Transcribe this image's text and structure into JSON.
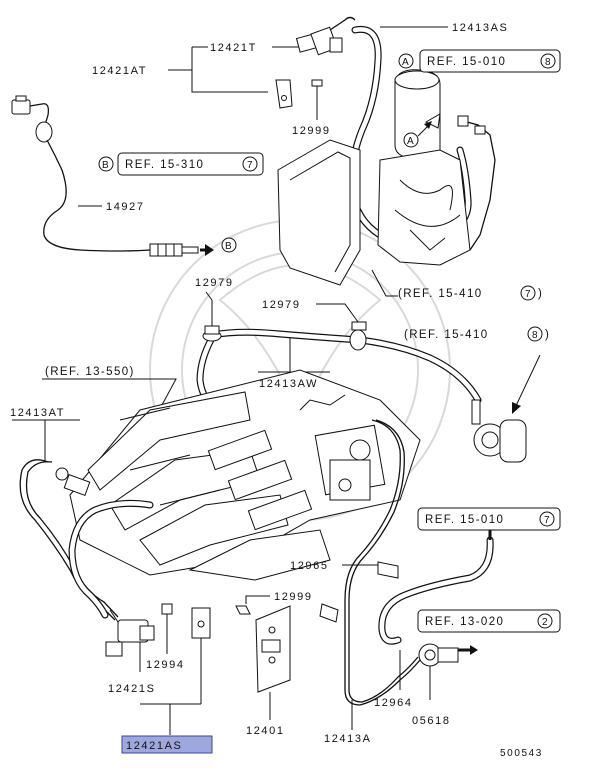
{
  "labels": {
    "p_12413AS_top": "12413AS",
    "p_12421T": "12421T",
    "p_12421AT": "12421AT",
    "p_12999_top": "12999",
    "p_14927": "14927",
    "p_12979_left": "12979",
    "p_12979_right": "12979",
    "p_12413AW": "12413AW",
    "p_12413AT": "12413AT",
    "p_12965": "12965",
    "p_12999_bottom": "12999",
    "p_12994": "12994",
    "p_12421S": "12421S",
    "p_12421AS_highlight": "12421AS",
    "p_12401": "12401",
    "p_12413A": "12413A",
    "p_12964": "12964",
    "p_05618": "05618",
    "diagram_number": "500543"
  },
  "refs": {
    "ref_15_010_8": "REF. 15-010",
    "ref_15_010_8_circle": "8",
    "ref_15_310_7": "REF. 15-310",
    "ref_15_310_7_circle": "7",
    "ref_15_410_7": "(REF. 15-410",
    "ref_15_410_7_circle": "7",
    "ref_15_410_7_close": ")",
    "ref_15_410_8": "(REF. 15-410",
    "ref_15_410_8_circle": "8",
    "ref_15_410_8_close": ")",
    "ref_13_550": "(REF. 13-550)",
    "ref_15_010_7": "REF. 15-010",
    "ref_15_010_7_circle": "7",
    "ref_13_020_2": "REF. 13-020",
    "ref_13_020_2_circle": "2"
  },
  "markers": {
    "A_top": "A",
    "A_mid": "A",
    "B_left": "B",
    "B_arrow": "B"
  },
  "colors": {
    "highlight_fill": "#9fa8dc",
    "highlight_stroke": "#3c46a0",
    "ink": "#111111"
  }
}
